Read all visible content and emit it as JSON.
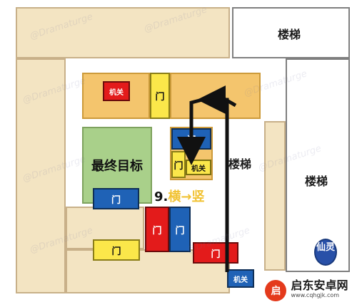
{
  "map": {
    "stairs_label": "楼梯",
    "goal_label": "最终目标",
    "door_label": "门",
    "mechanism_label": "机关",
    "step_number": "9.",
    "step_text": "横→竖",
    "fairy_label": "仙灵",
    "watermark": "@Dramaturge"
  },
  "badge": {
    "logo_glyph": "启",
    "brand": "启东安卓网",
    "url": "www.cqhgjk.com"
  },
  "colors": {
    "beige": "#f3e4c2",
    "orange": "#f4c56d",
    "green": "#a9d08a",
    "door_blue": "#1f62b6",
    "door_red": "#e31b1b",
    "door_yellow": "#fbe74a",
    "arrow": "#111111",
    "step_yellow": "#f1c232"
  }
}
